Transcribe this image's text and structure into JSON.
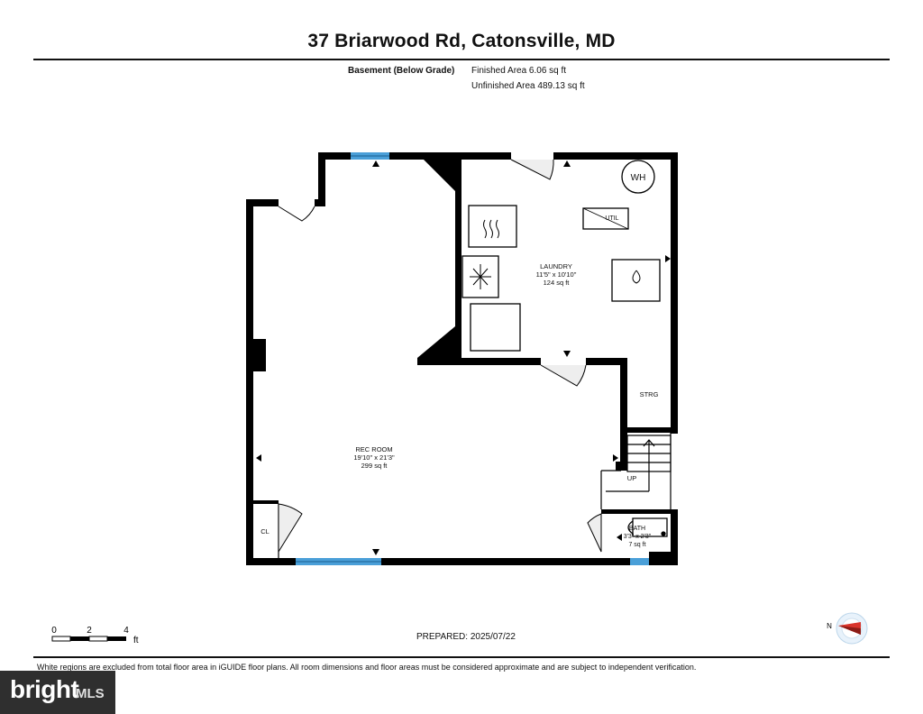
{
  "header": {
    "title": "37 Briarwood Rd, Catonsville, MD",
    "level": "Basement (Below Grade)",
    "finished_area": "Finished Area 6.06 sq ft",
    "unfinished_area": "Unfinished Area 489.13 sq ft"
  },
  "rooms": {
    "rec_room": {
      "name": "REC ROOM",
      "dims": "19'10\" x 21'3\"",
      "area": "299 sq ft"
    },
    "laundry": {
      "name": "LAUNDRY",
      "dims": "11'5\" x 10'10\"",
      "area": "124 sq ft"
    },
    "bath": {
      "name": "BATH",
      "dims": "3'3\" x 2'3\"",
      "area": "7 sq ft"
    },
    "storage": {
      "name": "STRG"
    },
    "closet": {
      "name": "CL"
    },
    "stairs": {
      "name": "UP"
    },
    "water_heater": {
      "name": "WH"
    },
    "utility": {
      "name": "UTIL"
    }
  },
  "scale": {
    "ticks": [
      "0",
      "2",
      "4"
    ],
    "unit": "ft"
  },
  "compass": {
    "north_label": "N"
  },
  "footer": {
    "prepared": "PREPARED: 2025/07/22",
    "disclaimer": "White regions are excluded from total floor area in iGUIDE floor plans. All room dimensions and floor areas must be considered approximate and are subject to independent verification."
  },
  "brand": {
    "wordmark": "bright",
    "suffix": "MLS"
  },
  "colors": {
    "window": "#4a9fd8",
    "wall": "#000000",
    "accent": "#d9342b"
  }
}
